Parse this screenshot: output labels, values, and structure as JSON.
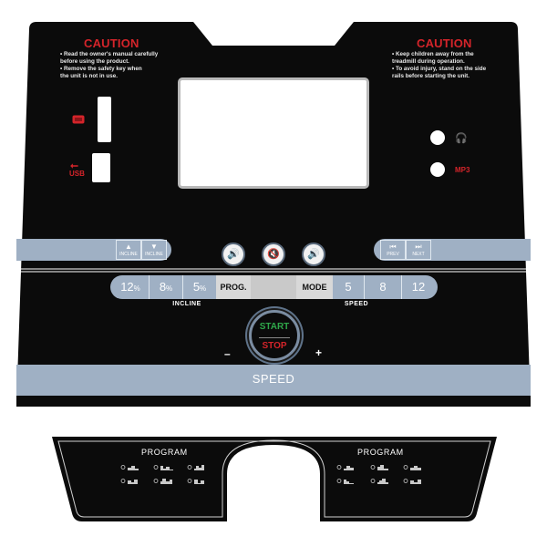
{
  "caution_left": {
    "title": "CAUTION",
    "lines": [
      "• Read the owner's manual carefully",
      "  before using the product.",
      "• Remove the safety key when",
      "  the unit is not in use."
    ]
  },
  "caution_right": {
    "title": "CAUTION",
    "lines": [
      "• Keep children away from the",
      "  treadmill during operation.",
      "• To avoid injury, stand on the side",
      "  rails before starting the unit."
    ]
  },
  "left_ports": {
    "usb_label": "USB"
  },
  "right_ports": {
    "mp3_label": "MP3"
  },
  "incline_buttons": [
    {
      "glyph": "▲",
      "label": "INCLINE"
    },
    {
      "glyph": "▼",
      "label": "INCLINE"
    }
  ],
  "media_buttons": [
    {
      "glyph": "⏮",
      "label": "PREV"
    },
    {
      "glyph": "⏭",
      "label": "NEXT"
    }
  ],
  "speaker_buttons": [
    {
      "glyph": "🔊"
    },
    {
      "glyph": "🔇"
    },
    {
      "glyph": "🔊"
    }
  ],
  "incline_presets": [
    {
      "value": "12",
      "unit": "%"
    },
    {
      "value": "8",
      "unit": "%"
    },
    {
      "value": "5",
      "unit": "%"
    }
  ],
  "incline_label": "INCLINE",
  "prog_label": "PROG.",
  "mode_label": "MODE",
  "speed_presets": [
    "5",
    "8",
    "12"
  ],
  "speed_label_small": "SPEED",
  "start_label": "START",
  "stop_label": "STOP",
  "minus": "–",
  "plus": "+",
  "speed_bar_label": "SPEED",
  "program_left": {
    "title": "PROGRAM"
  },
  "program_right": {
    "title": "PROGRAM"
  },
  "colors": {
    "panel": "#0b0b0b",
    "accent_blue": "#9fb0c4",
    "caution_red": "#d4242a",
    "start_green": "#2fa84a"
  }
}
